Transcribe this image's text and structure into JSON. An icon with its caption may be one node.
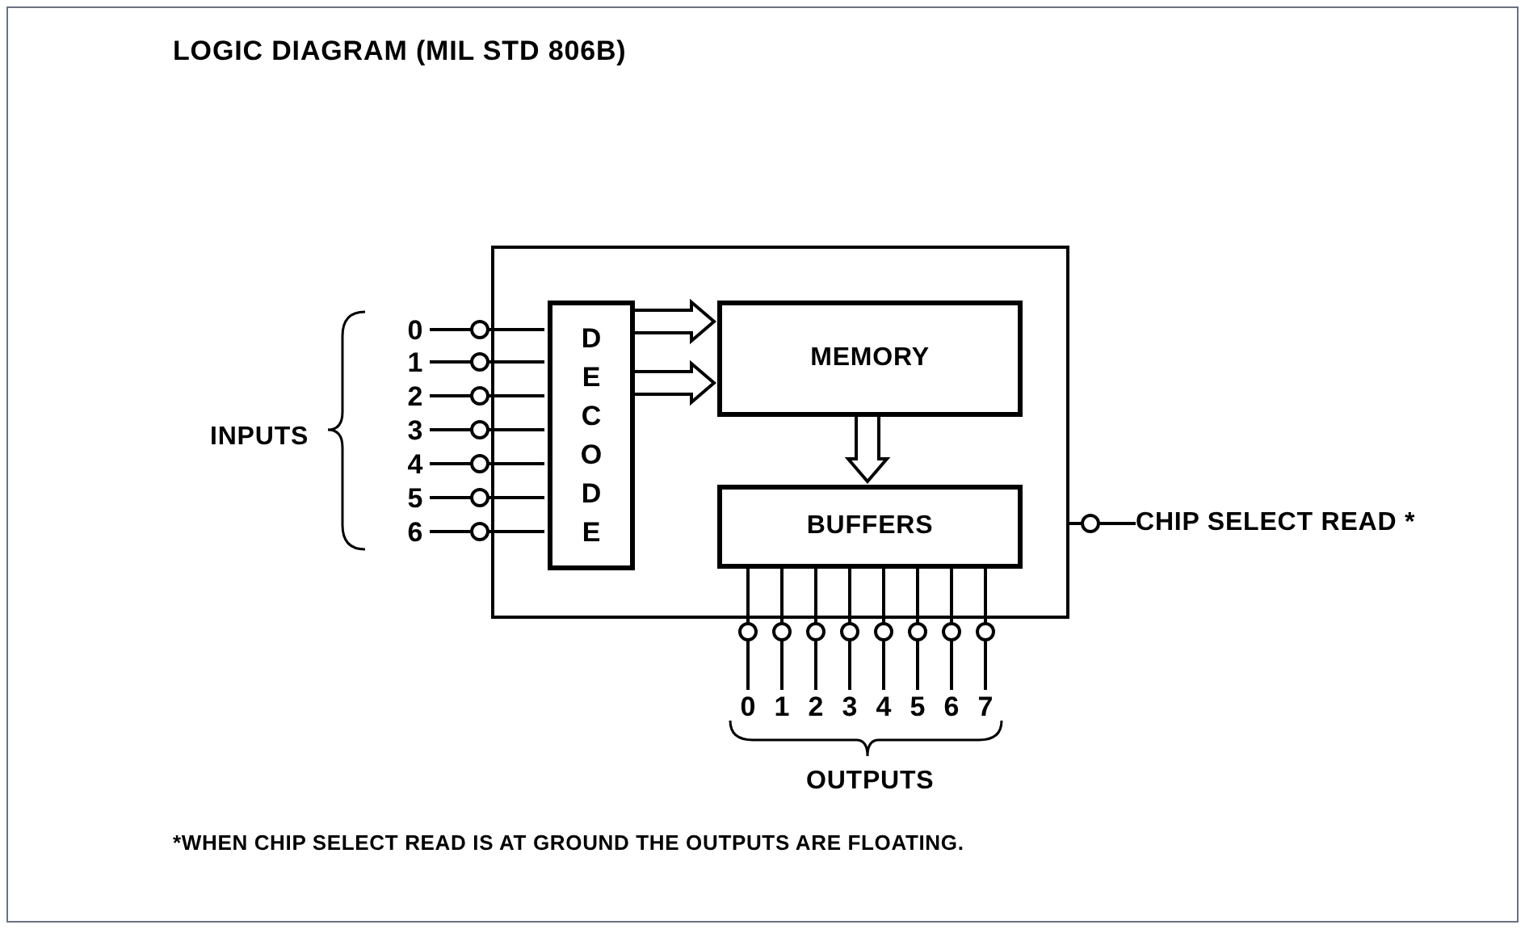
{
  "diagram": {
    "title": "LOGIC DIAGRAM (MIL STD 806B)",
    "nodes": [
      {
        "text": [],
        "shape": "box"
      },
      {
        "text": [
          "DECODE"
        ],
        "in": 0
      },
      {
        "text": [
          "MEMORY"
        ],
        "in": 0
      },
      {
        "text": [
          "BUFFERS"
        ],
        "in": 0
      },
      {
        "text": [
          "0"
        ]
      },
      {
        "text": [
          "1"
        ]
      },
      {
        "text": [
          "2"
        ]
      },
      {
        "text": [
          "3"
        ]
      },
      {
        "text": [
          "4"
        ]
      },
      {
        "text": [
          "5"
        ]
      },
      {
        "text": [
          "6"
        ]
      },
      {
        "text": [
          "0"
        ]
      },
      {
        "text": [
          "1"
        ]
      },
      {
        "text": [
          "2"
        ]
      },
      {
        "text": [
          "3"
        ]
      },
      {
        "text": [
          "4"
        ]
      },
      {
        "text": [
          "5"
        ]
      },
      {
        "text": [
          "6"
        ]
      },
      {
        "text": [
          "7"
        ]
      },
      {
        "text": [
          "CHIP SELECT READ *"
        ]
      }
    ],
    "edges": [
      {
        "from": 4,
        "to": 1,
        "arrow": "none"
      },
      {
        "from": 5,
        "to": 1,
        "arrow": "none"
      },
      {
        "from": 6,
        "to": 1,
        "arrow": "none"
      },
      {
        "from": 7,
        "to": 1,
        "arrow": "none"
      },
      {
        "from": 8,
        "to": 1,
        "arrow": "none"
      },
      {
        "from": 9,
        "to": 1,
        "arrow": "none"
      },
      {
        "from": 10,
        "to": 1,
        "arrow": "none"
      },
      {
        "from": 1,
        "to": 2,
        "arrow": "to"
      },
      {
        "from": 1,
        "to": 2,
        "arrow": "to"
      },
      {
        "from": 2,
        "to": 3,
        "arrow": "to"
      },
      {
        "from": 3,
        "to": 11,
        "arrow": "none"
      },
      {
        "from": 3,
        "to": 12,
        "arrow": "none"
      },
      {
        "from": 3,
        "to": 13,
        "arrow": "none"
      },
      {
        "from": 3,
        "to": 14,
        "arrow": "none"
      },
      {
        "from": 3,
        "to": 15,
        "arrow": "none"
      },
      {
        "from": 3,
        "to": 16,
        "arrow": "none"
      },
      {
        "from": 3,
        "to": 17,
        "arrow": "none"
      },
      {
        "from": 3,
        "to": 18,
        "arrow": "none"
      },
      {
        "from": 0,
        "to": 19,
        "arrow": "none"
      }
    ],
    "labels": [
      "INPUTS",
      "OUTPUTS",
      "*WHEN CHIP SELECT READ IS AT GROUND THE OUTPUTS ARE FLOATING."
    ]
  }
}
